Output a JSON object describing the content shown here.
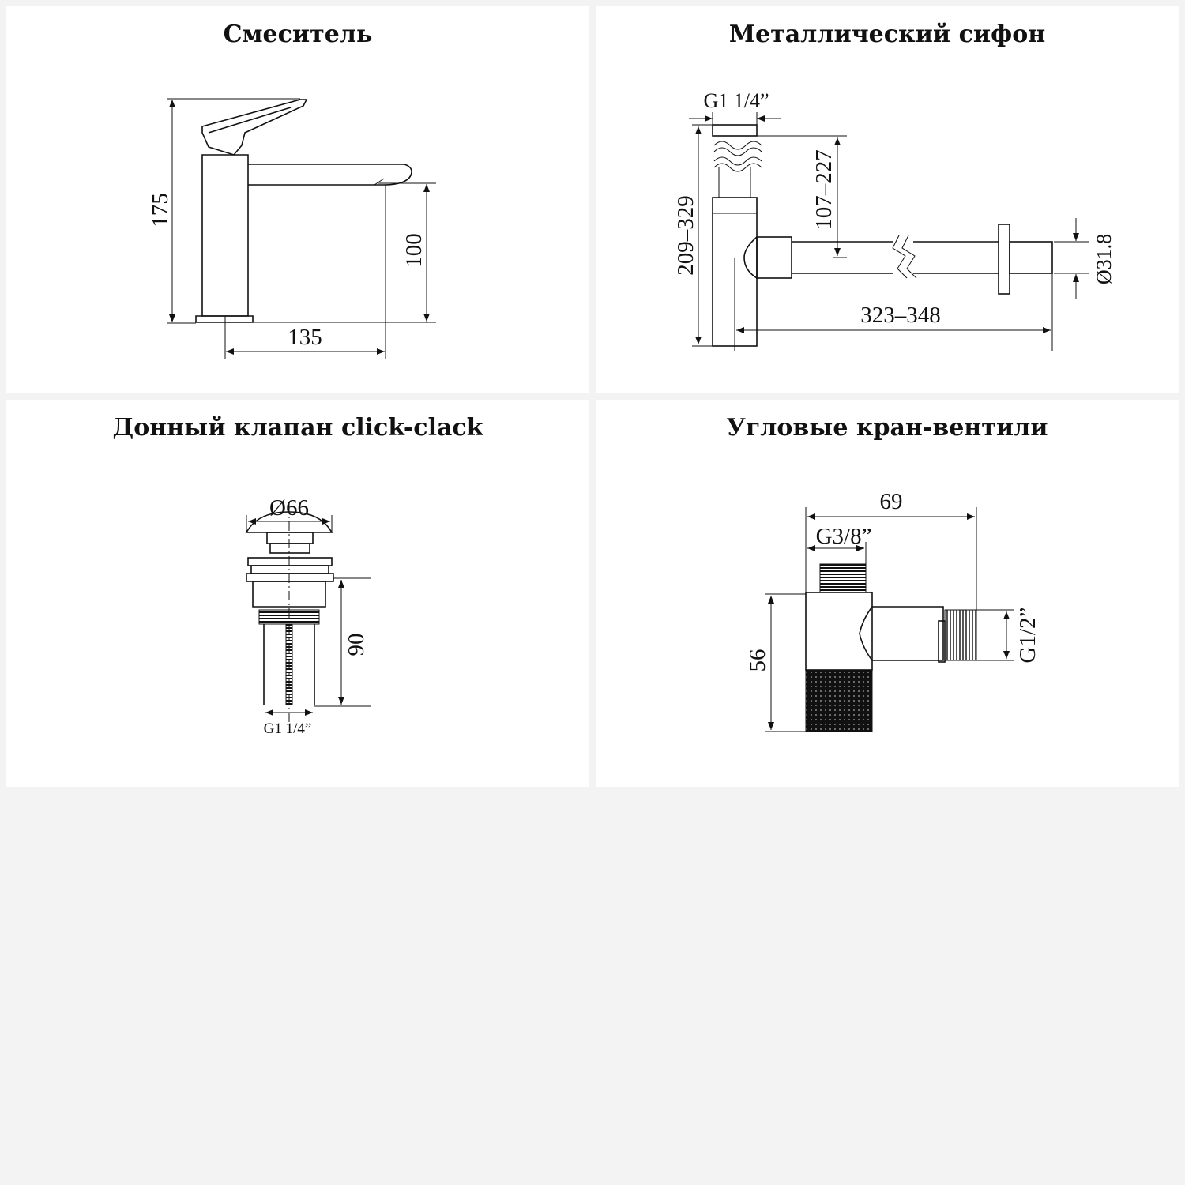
{
  "colors": {
    "background": "#f3f3f3",
    "card": "#ffffff",
    "ink": "#111111"
  },
  "cards": [
    {
      "title": "Смеситель",
      "dims": {
        "height": "175",
        "spout_height": "100",
        "reach": "135"
      }
    },
    {
      "title": "Металлический сифон",
      "dims": {
        "thread": "G1 1/4”",
        "height": "209–329",
        "adjust": "107–227",
        "length": "323–348",
        "diameter": "Ø31.8"
      }
    },
    {
      "title": "Донный клапан click-clack",
      "dims": {
        "diameter": "Ø66",
        "height": "90",
        "thread": "G1 1/4”"
      }
    },
    {
      "title": "Угловые кран-вентили",
      "dims": {
        "width": "69",
        "inlet": "G3/8”",
        "height": "56",
        "outlet": "G1/2”"
      }
    }
  ]
}
